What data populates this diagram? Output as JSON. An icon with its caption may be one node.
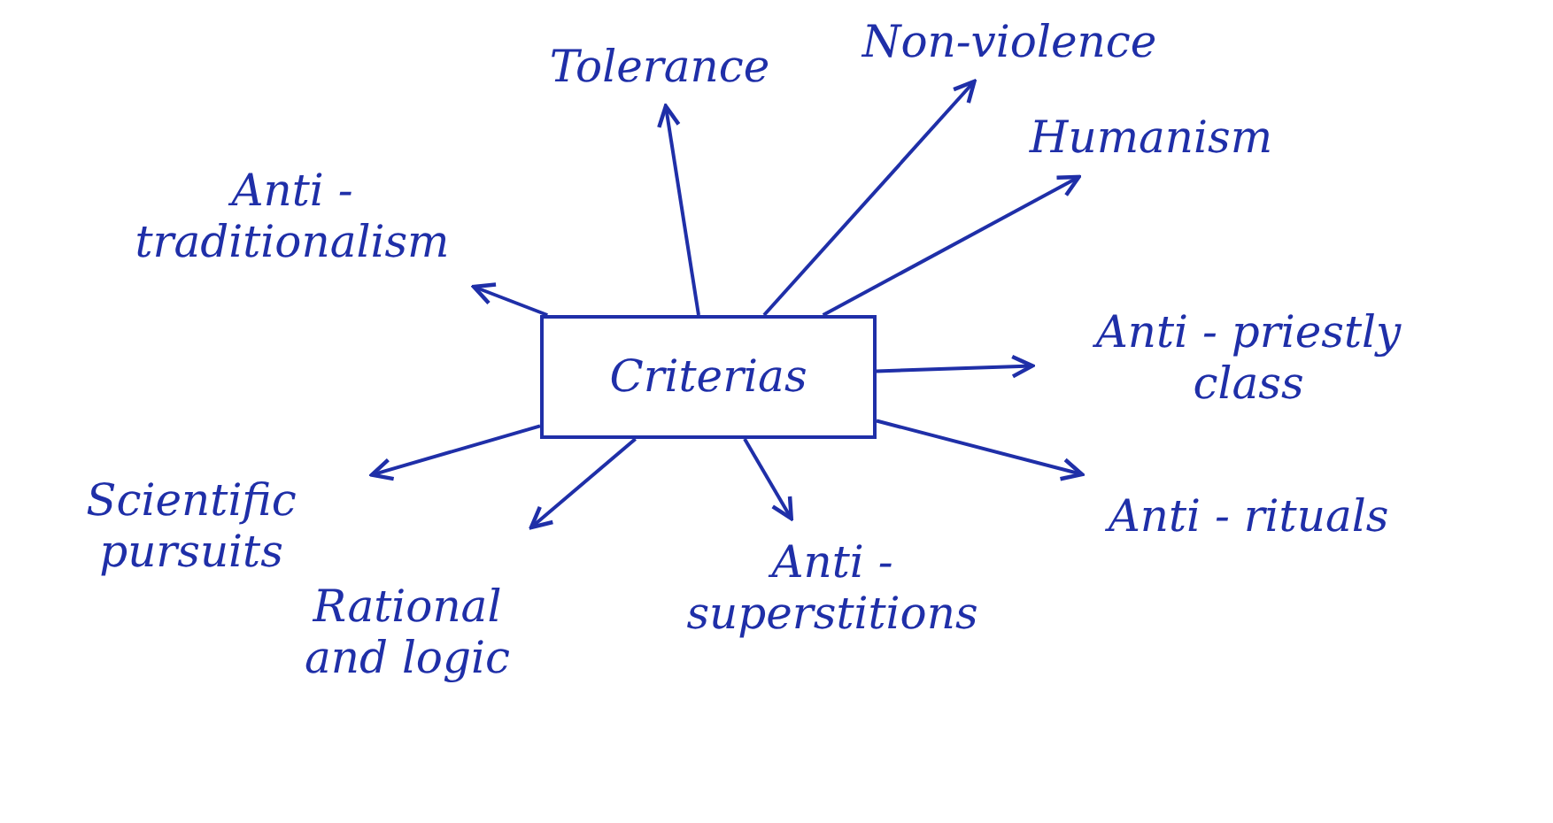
{
  "diagram": {
    "nodes": [
      {
        "text": [
          "Criterias"
        ]
      },
      {
        "text": [
          "Anti - traditionalism"
        ]
      },
      {
        "text": [
          "Tolerance"
        ]
      },
      {
        "text": [
          "Non-violence"
        ]
      },
      {
        "text": [
          "Humanism"
        ]
      },
      {
        "text": [
          "Anti - priestly class"
        ]
      },
      {
        "text": [
          "Anti - rituals"
        ]
      },
      {
        "text": [
          "Anti - superstitions"
        ]
      },
      {
        "text": [
          "Rational and logic"
        ]
      },
      {
        "text": [
          "Scientific pursuits"
        ]
      }
    ],
    "edges": [
      {
        "from": 0,
        "to": 1,
        "arrow": "to"
      },
      {
        "from": 0,
        "to": 2,
        "arrow": "to"
      },
      {
        "from": 0,
        "to": 3,
        "arrow": "to"
      },
      {
        "from": 0,
        "to": 4,
        "arrow": "to"
      },
      {
        "from": 0,
        "to": 5,
        "arrow": "to"
      },
      {
        "from": 0,
        "to": 6,
        "arrow": "to"
      },
      {
        "from": 0,
        "to": 7,
        "arrow": "to"
      },
      {
        "from": 0,
        "to": 8,
        "arrow": "to"
      },
      {
        "from": 0,
        "to": 9,
        "arrow": "to"
      }
    ]
  }
}
